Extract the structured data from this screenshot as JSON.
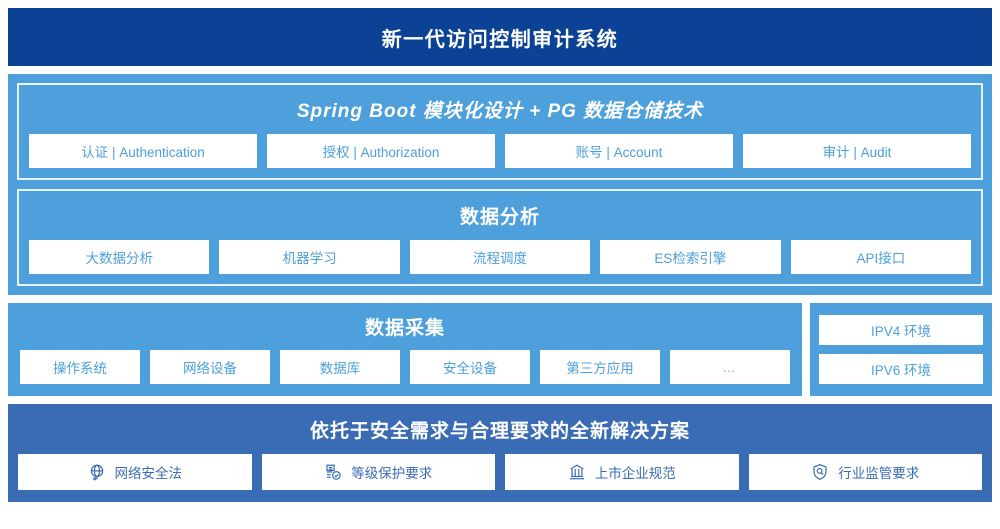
{
  "header": {
    "title": "新一代访问控制审计系统"
  },
  "colors": {
    "title_bar": "#0c4295",
    "platform_panel": "#4da0db",
    "solution_panel": "#3a6cb5",
    "chip_background": "#ffffff",
    "chip_text": "#4da0db",
    "solution_chip_text": "#3a6cb5",
    "inner_border": "#e8f2fb"
  },
  "platform": {
    "groups": [
      {
        "title": "Spring Boot 模块化设计 + PG 数据仓储技术",
        "italic": true,
        "items": [
          {
            "label": "认证 | Authentication"
          },
          {
            "label": "授权 | Authorization"
          },
          {
            "label": "账号 | Account"
          },
          {
            "label": "审计 | Audit"
          }
        ]
      },
      {
        "title": "数据分析",
        "italic": false,
        "items": [
          {
            "label": "大数据分析"
          },
          {
            "label": "机器学习"
          },
          {
            "label": "流程调度"
          },
          {
            "label": "ES检索引擎"
          },
          {
            "label": "API接口"
          }
        ]
      }
    ]
  },
  "collection": {
    "title": "数据采集",
    "items": [
      {
        "label": "操作系统",
        "muted": false
      },
      {
        "label": "网络设备",
        "muted": false
      },
      {
        "label": "数据库",
        "muted": false
      },
      {
        "label": "安全设备",
        "muted": false
      },
      {
        "label": "第三方应用",
        "muted": false
      },
      {
        "label": "…",
        "muted": true
      }
    ]
  },
  "environments": {
    "items": [
      {
        "label": "IPV4 环境"
      },
      {
        "label": "IPV6 环境"
      }
    ]
  },
  "solution": {
    "title": "依托于安全需求与合理要求的全新解决方案",
    "items": [
      {
        "label": "网络安全法",
        "icon": "globe-icon"
      },
      {
        "label": "等级保护要求",
        "icon": "document-check-icon"
      },
      {
        "label": "上市企业规范",
        "icon": "bank-icon"
      },
      {
        "label": "行业监管要求",
        "icon": "shield-search-icon"
      }
    ]
  }
}
